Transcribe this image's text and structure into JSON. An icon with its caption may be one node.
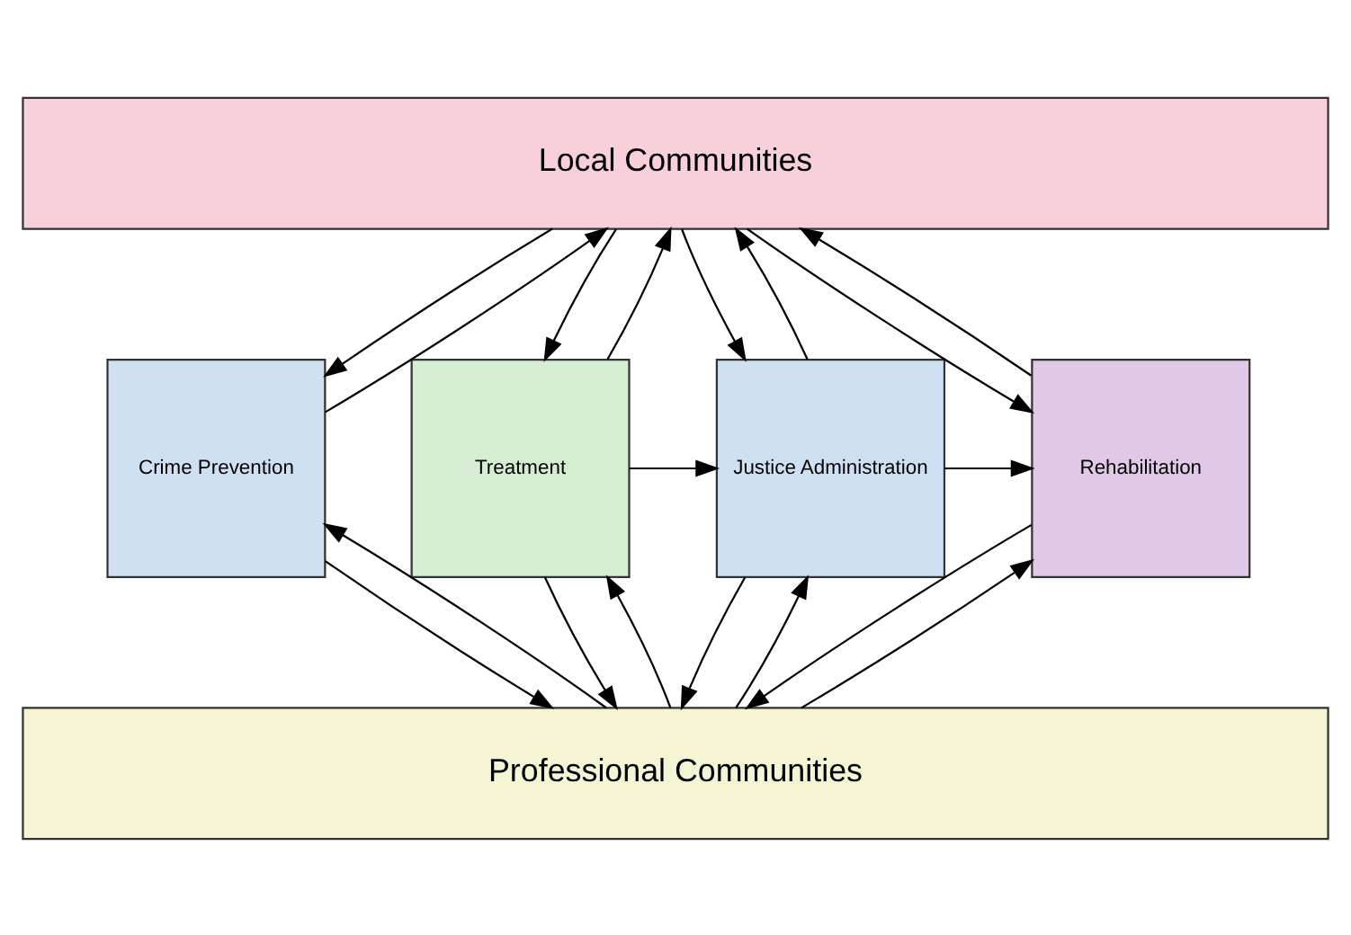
{
  "diagram": {
    "nodes": [
      {
        "text": [
          "Local Communities"
        ]
      },
      {
        "text": [
          "Crime Prevention"
        ]
      },
      {
        "text": [
          "Treatment"
        ]
      },
      {
        "text": [
          "Justice Administration"
        ]
      },
      {
        "text": [
          "Rehabilitation"
        ]
      },
      {
        "text": [
          "Professional Communities"
        ]
      }
    ],
    "edges": [
      {
        "from": 0,
        "to": 1,
        "arrow": "to"
      },
      {
        "from": 1,
        "to": 0,
        "arrow": "to"
      },
      {
        "from": 0,
        "to": 2,
        "arrow": "to"
      },
      {
        "from": 2,
        "to": 0,
        "arrow": "to"
      },
      {
        "from": 0,
        "to": 3,
        "arrow": "to"
      },
      {
        "from": 3,
        "to": 0,
        "arrow": "to"
      },
      {
        "from": 0,
        "to": 4,
        "arrow": "to"
      },
      {
        "from": 4,
        "to": 0,
        "arrow": "to"
      },
      {
        "from": 2,
        "to": 3,
        "arrow": "to"
      },
      {
        "from": 3,
        "to": 4,
        "arrow": "to"
      },
      {
        "from": 1,
        "to": 5,
        "arrow": "to"
      },
      {
        "from": 5,
        "to": 1,
        "arrow": "to"
      },
      {
        "from": 2,
        "to": 5,
        "arrow": "to"
      },
      {
        "from": 5,
        "to": 2,
        "arrow": "to"
      },
      {
        "from": 3,
        "to": 5,
        "arrow": "to"
      },
      {
        "from": 5,
        "to": 3,
        "arrow": "to"
      },
      {
        "from": 4,
        "to": 5,
        "arrow": "to"
      },
      {
        "from": 5,
        "to": 4,
        "arrow": "to"
      }
    ]
  }
}
